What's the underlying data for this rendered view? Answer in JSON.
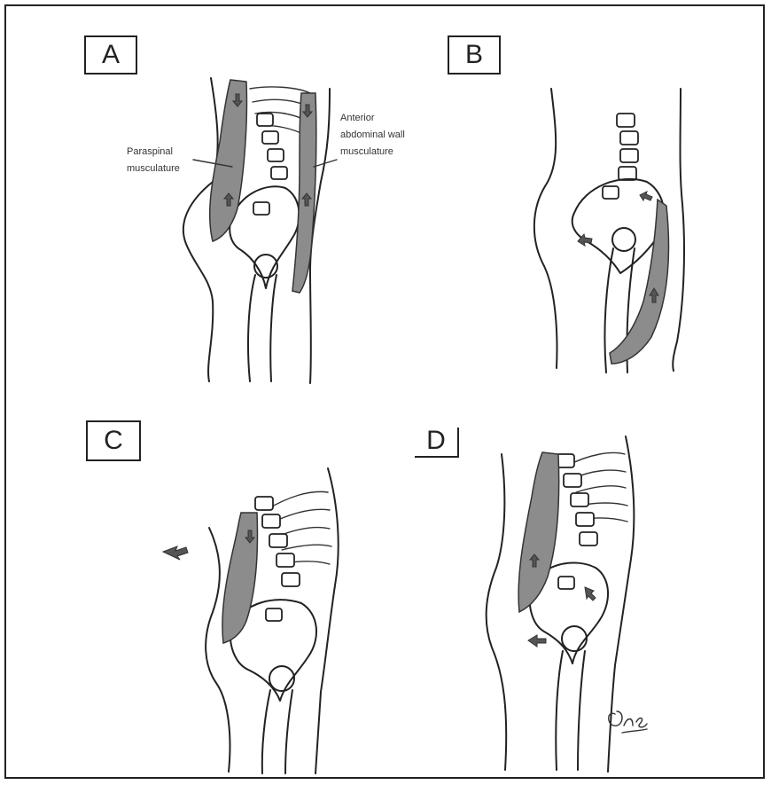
{
  "panels": {
    "a": {
      "label": "A",
      "annotations": {
        "paraspinal": [
          "Paraspinal",
          "musculature"
        ],
        "anterior": [
          "Anterior",
          "abdominal wall",
          "musculature"
        ]
      }
    },
    "b": {
      "label": "B"
    },
    "c": {
      "label": "C"
    },
    "d": {
      "label": "D"
    }
  },
  "signature_text": "Ons",
  "colors": {
    "muscle_fill": "#8c8c8c",
    "line": "#222222",
    "background": "#ffffff"
  }
}
